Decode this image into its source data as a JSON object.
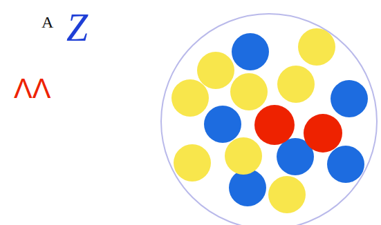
{
  "diagram": {
    "labels": [
      "A",
      "Z",
      "ΛΛ"
    ]
  }
}
